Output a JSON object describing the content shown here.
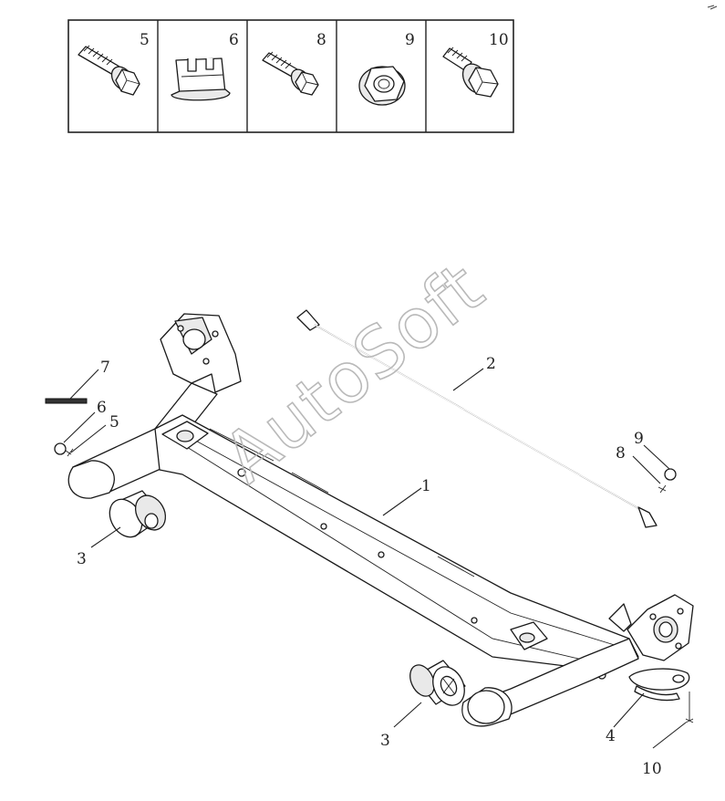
{
  "hardware_panel": {
    "cells": [
      {
        "label": "5",
        "icon": "flange-bolt-icon"
      },
      {
        "label": "6",
        "icon": "clip-nut-icon"
      },
      {
        "label": "8",
        "icon": "flange-bolt-icon"
      },
      {
        "label": "9",
        "icon": "flange-nut-icon"
      },
      {
        "label": "10",
        "icon": "short-bolt-icon"
      }
    ]
  },
  "callouts": {
    "beam": "1",
    "rod": "2",
    "bushing_left": "3",
    "bushing_right": "3",
    "bracket": "4",
    "bolt_5": "5",
    "clip_6": "6",
    "pin_7": "7",
    "bolt_8": "8",
    "nut_9": "9",
    "bolt_10": "10"
  },
  "watermark": "AutoSoft"
}
